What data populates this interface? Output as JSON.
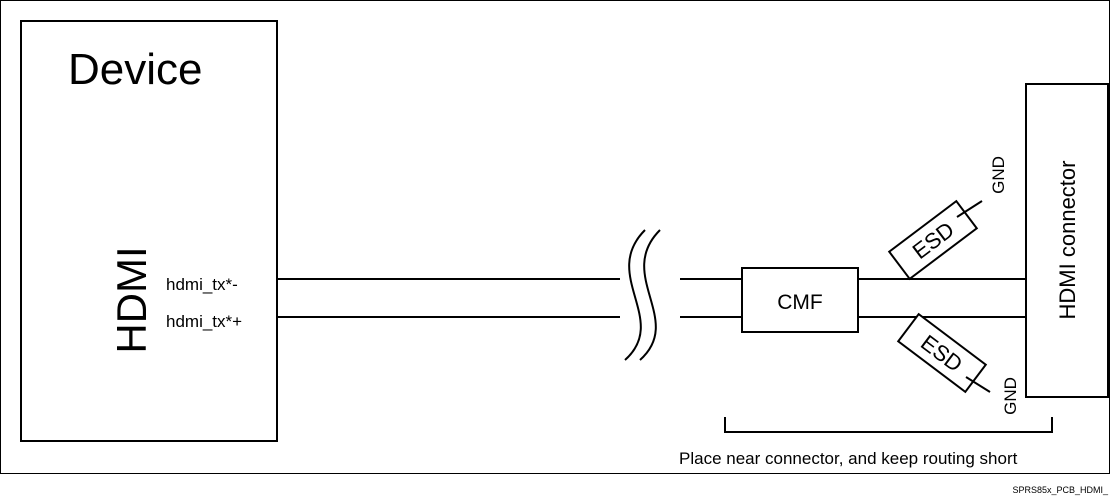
{
  "device": {
    "title": "Device",
    "interface_label": "HDMI"
  },
  "signals": {
    "minus": "hdmi_tx*-",
    "plus": "hdmi_tx*+"
  },
  "components": {
    "cmf": "CMF",
    "esd_top": "ESD",
    "esd_bottom": "ESD",
    "gnd_top": "GND",
    "gnd_bottom": "GND",
    "connector": "HDMI connector"
  },
  "note": "Place near connector, and keep routing short",
  "figure_id": "SPRS85x_PCB_HDMI_"
}
